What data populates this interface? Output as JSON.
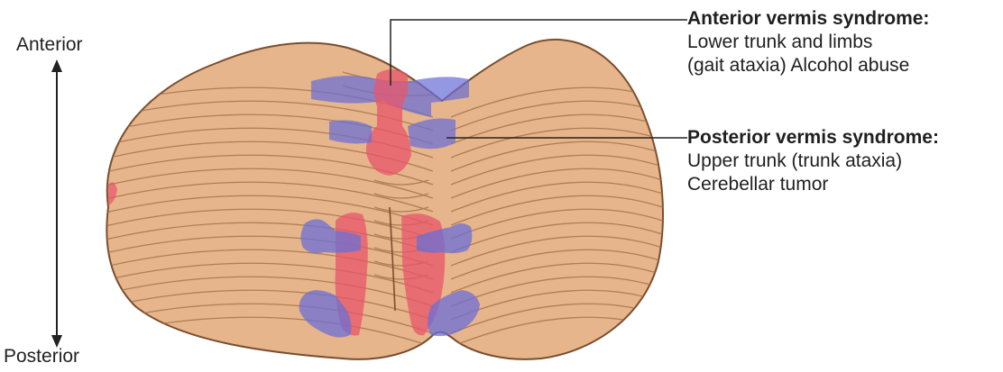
{
  "axis": {
    "anterior_label": "Anterior",
    "posterior_label": "Posterior"
  },
  "callouts": {
    "anterior": {
      "title": "Anterior vermis syndrome:",
      "line1": "Lower trunk and limbs",
      "line2": "(gait ataxia) Alcohol abuse"
    },
    "posterior": {
      "title": "Posterior vermis syndrome:",
      "line1": "Upper trunk (trunk ataxia)",
      "line2": "Cerebellar tumor"
    }
  },
  "colors": {
    "cerebellum_fill": "#e6b58b",
    "cerebellum_stroke": "#7a4e2e",
    "folia_line": "#a7744b",
    "trunk_red": "#e8556a",
    "limb_blue": "#6b6fd6",
    "leader_line": "#222222"
  }
}
